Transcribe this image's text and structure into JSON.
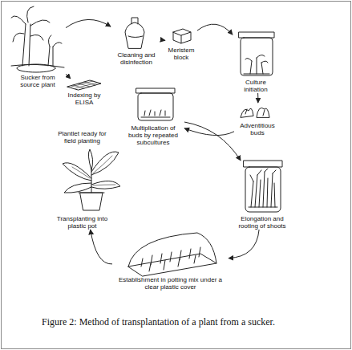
{
  "diagram": {
    "caption": "Figure 2: Method of transplantation of a plant from a sucker.",
    "nodes": [
      {
        "text": [
          "Sucker from source plant"
        ]
      },
      {
        "text": [
          "Indexing by ELISA"
        ]
      },
      {
        "text": [
          "Cleaning and disinfection"
        ]
      },
      {
        "text": [
          "Meristem block"
        ]
      },
      {
        "text": [
          "Culture initiation"
        ]
      },
      {
        "text": [
          "Adventitious buds"
        ]
      },
      {
        "text": [
          "Multiplication of buds by repeated subcultures"
        ]
      },
      {
        "text": [
          "Elongation and rooting of shoots"
        ]
      },
      {
        "text": [
          "Establishment in potting mix under a clear plastic cover"
        ]
      },
      {
        "text": [
          "Plantlet ready for field planting",
          "Transplanting into plastic pot"
        ]
      }
    ],
    "edges": [
      {
        "from": 0,
        "to": 2,
        "arrow": "to"
      },
      {
        "from": 0,
        "to": 1,
        "arrow": "to"
      },
      {
        "from": 2,
        "to": 3,
        "arrow": "to"
      },
      {
        "from": 3,
        "to": 4,
        "arrow": "to"
      },
      {
        "from": 4,
        "to": 5,
        "arrow": "to"
      },
      {
        "from": 5,
        "to": 6,
        "arrow": "to"
      },
      {
        "from": 6,
        "to": 7,
        "arrow": "to"
      },
      {
        "from": 7,
        "to": 8,
        "arrow": "to"
      },
      {
        "from": 8,
        "to": 9,
        "arrow": "to"
      }
    ]
  }
}
